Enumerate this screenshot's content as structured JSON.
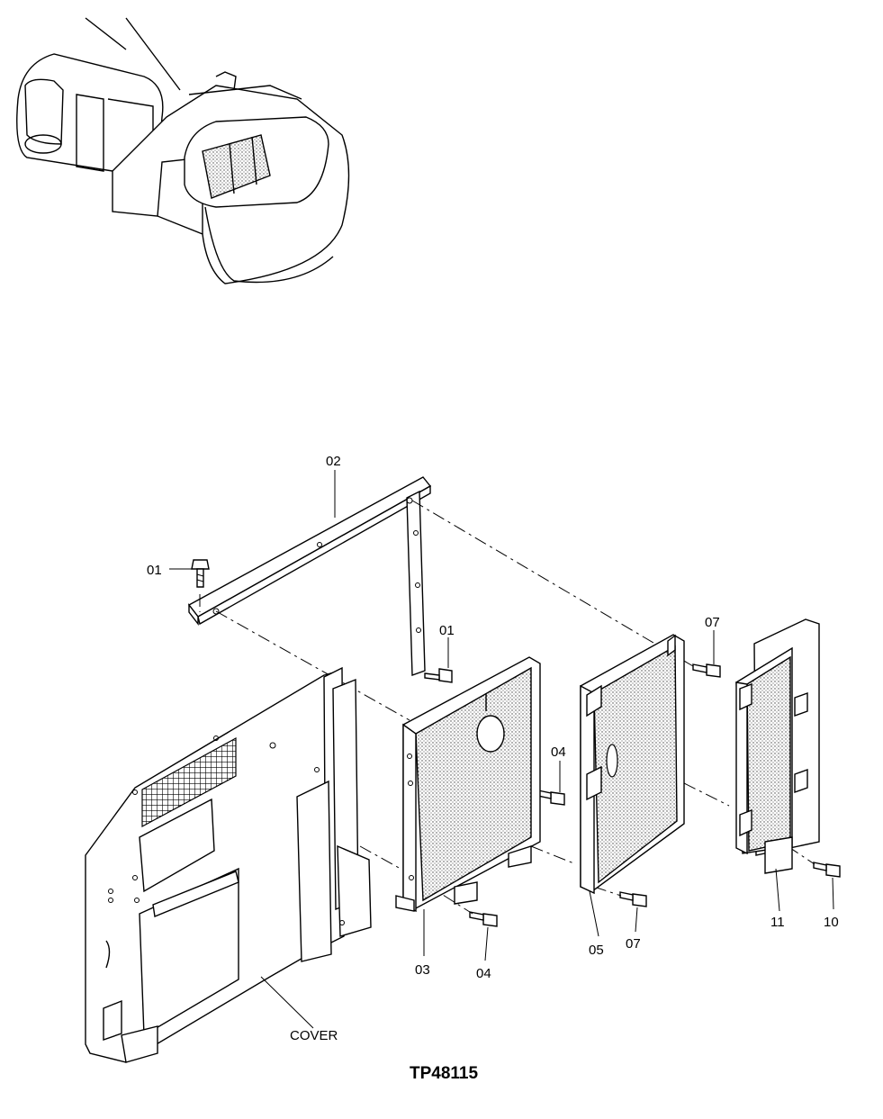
{
  "drawing_id": "TP48115",
  "labels": {
    "p01a": "01",
    "p01b": "01",
    "p02": "02",
    "p03": "03",
    "p04a": "04",
    "p04b": "04",
    "p05": "05",
    "p07a": "07",
    "p07b": "07",
    "p10": "10",
    "p11": "11",
    "cover": "COVER"
  }
}
